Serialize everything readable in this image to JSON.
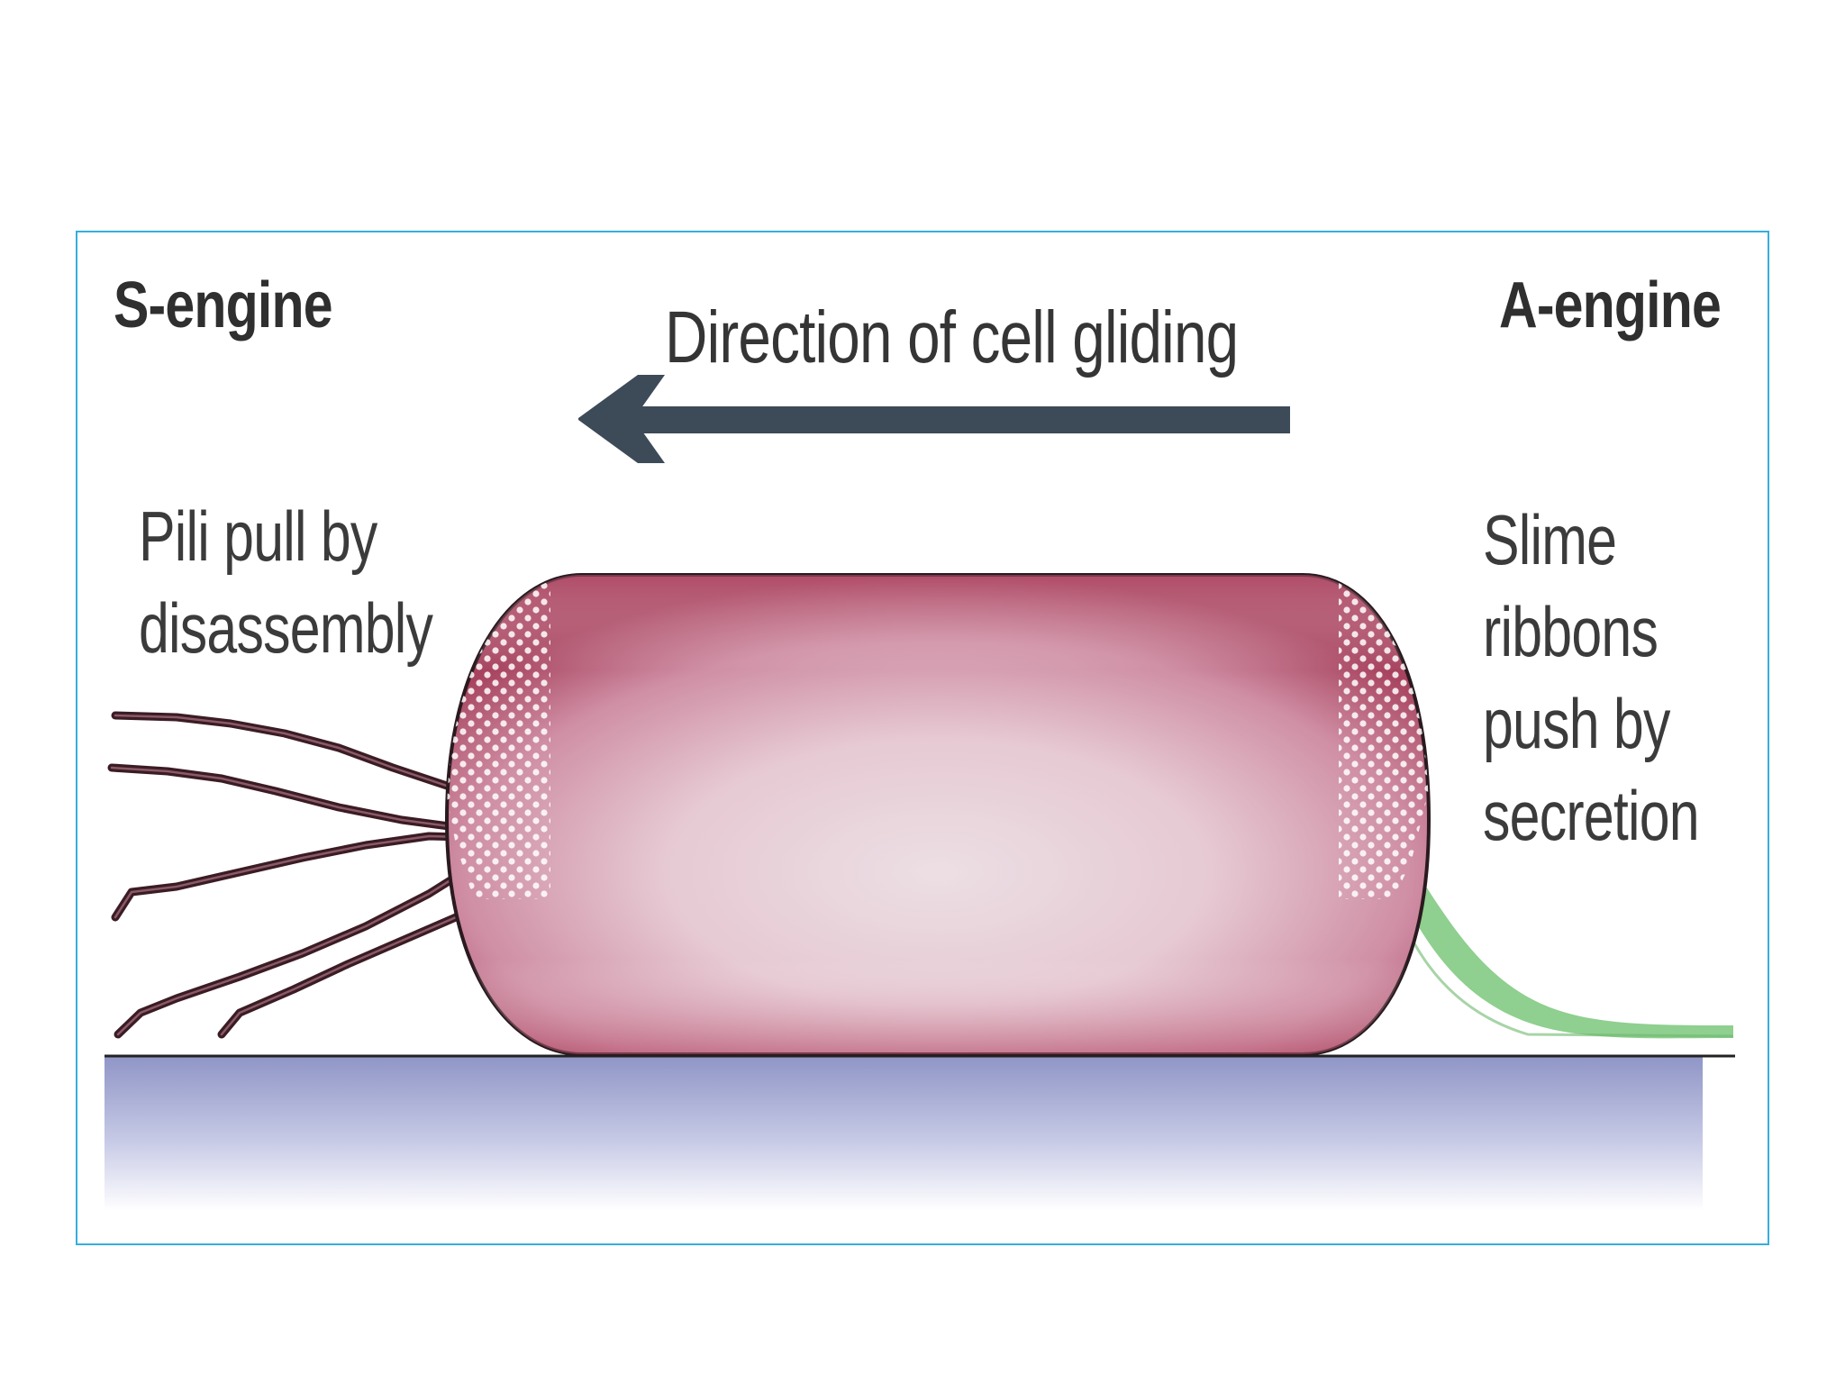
{
  "labels": {
    "s_engine": "S-engine",
    "a_engine": "A-engine",
    "direction": "Direction of cell gliding",
    "pili": "Pili pull by\ndisassembly",
    "slime": "Slime\nribbons\npush by\nsecretion"
  },
  "colors": {
    "frame_border": "#35aee0",
    "arrow": "#3d4a57",
    "cell_edge": "#a8435f",
    "cell_center": "#eadde2",
    "pili": "#3b1c24",
    "slime": "#8fcf8f",
    "substrate": "#8f95c6"
  }
}
